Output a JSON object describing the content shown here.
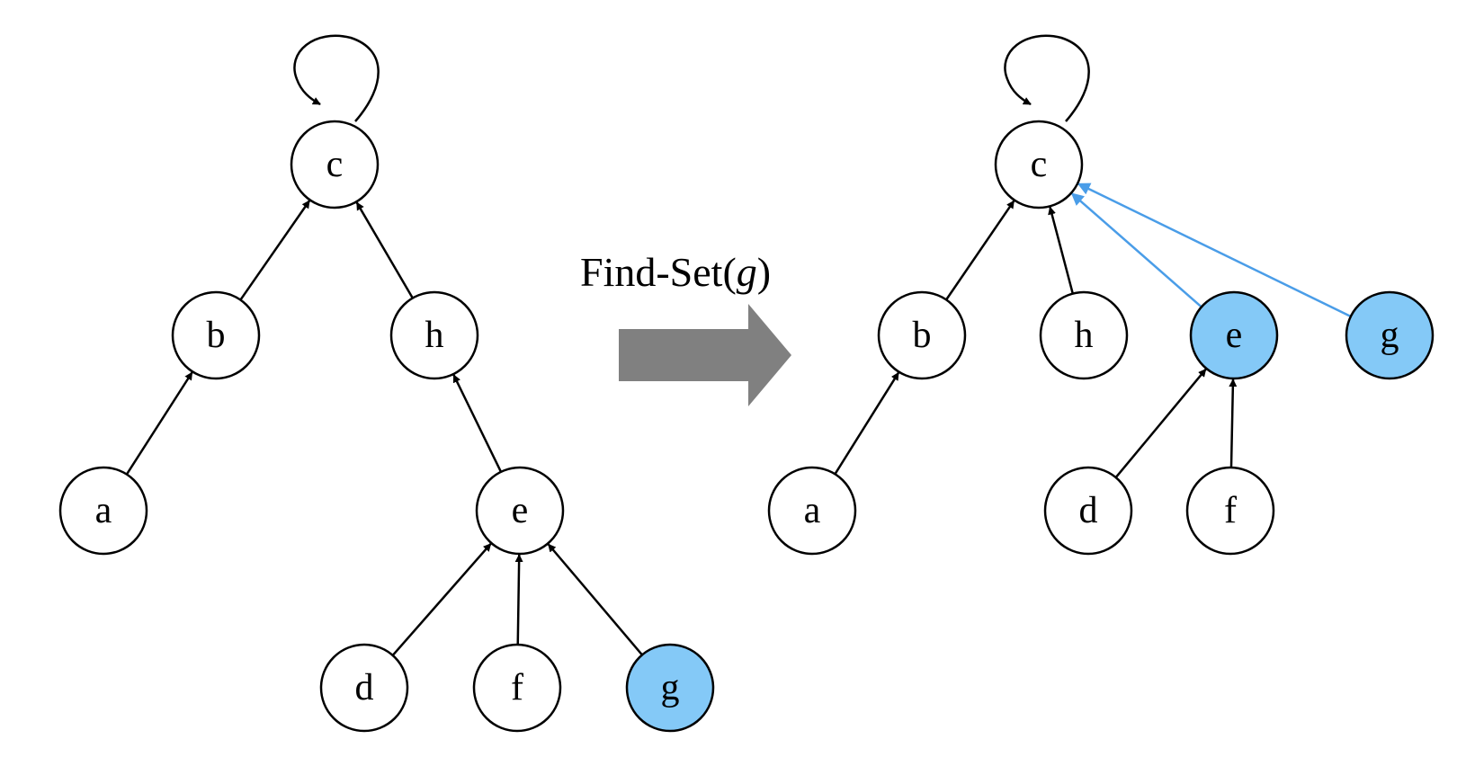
{
  "colors": {
    "highlight_fill": "#84c9f7",
    "node_fill": "#ffffff",
    "edge": "#000000",
    "compressed_edge": "#4a9de8",
    "arrow": "#808080"
  },
  "operation": {
    "name": "Find-Set(",
    "argument": "g",
    "close": ")"
  },
  "before": {
    "root": "c",
    "nodes": [
      {
        "id": "c",
        "label": "c",
        "highlighted": false
      },
      {
        "id": "b",
        "label": "b",
        "highlighted": false
      },
      {
        "id": "h",
        "label": "h",
        "highlighted": false
      },
      {
        "id": "a",
        "label": "a",
        "highlighted": false
      },
      {
        "id": "e",
        "label": "e",
        "highlighted": false
      },
      {
        "id": "d",
        "label": "d",
        "highlighted": false
      },
      {
        "id": "f",
        "label": "f",
        "highlighted": false
      },
      {
        "id": "g",
        "label": "g",
        "highlighted": true
      }
    ],
    "parent_edges": [
      {
        "from": "b",
        "to": "c"
      },
      {
        "from": "h",
        "to": "c"
      },
      {
        "from": "a",
        "to": "b"
      },
      {
        "from": "e",
        "to": "h"
      },
      {
        "from": "d",
        "to": "e"
      },
      {
        "from": "f",
        "to": "e"
      },
      {
        "from": "g",
        "to": "e"
      }
    ]
  },
  "after": {
    "root": "c",
    "nodes": [
      {
        "id": "c",
        "label": "c",
        "highlighted": false
      },
      {
        "id": "b",
        "label": "b",
        "highlighted": false
      },
      {
        "id": "h",
        "label": "h",
        "highlighted": false
      },
      {
        "id": "e",
        "label": "e",
        "highlighted": true
      },
      {
        "id": "g",
        "label": "g",
        "highlighted": true
      },
      {
        "id": "a",
        "label": "a",
        "highlighted": false
      },
      {
        "id": "d",
        "label": "d",
        "highlighted": false
      },
      {
        "id": "f",
        "label": "f",
        "highlighted": false
      }
    ],
    "parent_edges": [
      {
        "from": "b",
        "to": "c",
        "compressed": false
      },
      {
        "from": "h",
        "to": "c",
        "compressed": false
      },
      {
        "from": "e",
        "to": "c",
        "compressed": true
      },
      {
        "from": "g",
        "to": "c",
        "compressed": true
      },
      {
        "from": "a",
        "to": "b",
        "compressed": false
      },
      {
        "from": "d",
        "to": "e",
        "compressed": false
      },
      {
        "from": "f",
        "to": "e",
        "compressed": false
      }
    ]
  }
}
